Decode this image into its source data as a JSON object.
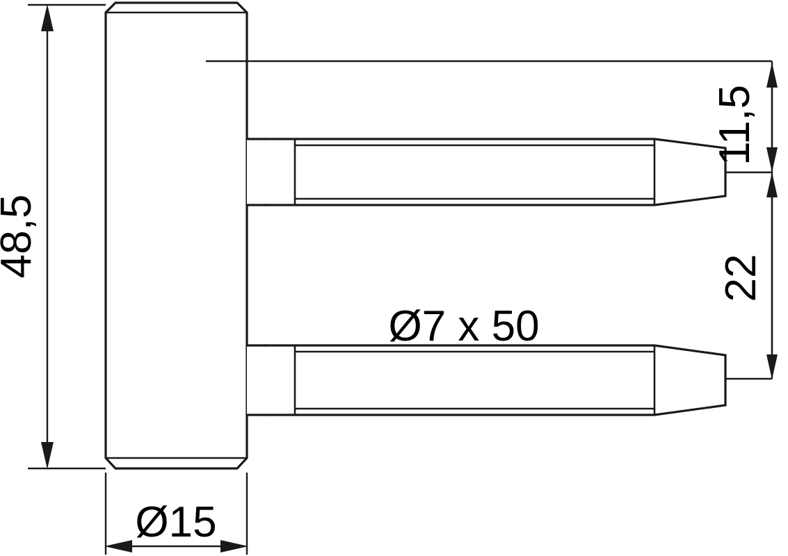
{
  "drawing": {
    "title": "Door hinge pin technical drawing",
    "type": "engineering-dimension-drawing",
    "units": "mm",
    "line_color": "#1a1a1a",
    "background_color": "#ffffff",
    "text_color": "#000000"
  },
  "dimensions": {
    "overall_height": {
      "value": "48,5",
      "orientation": "vertical",
      "position": "left",
      "rotated": true
    },
    "upper_offset": {
      "value": "11,5",
      "orientation": "vertical",
      "position": "right-upper",
      "rotated": true
    },
    "pin_spacing": {
      "value": "22",
      "orientation": "vertical",
      "position": "right-lower",
      "rotated": true
    },
    "body_width": {
      "value": "Ø15",
      "orientation": "horizontal",
      "position": "bottom"
    },
    "pin_spec": {
      "value": "Ø7 x 50",
      "orientation": "horizontal",
      "position": "center"
    }
  },
  "parts": {
    "body": {
      "name": "hinge-barrel-body",
      "shape": "vertical-rounded-rectangle-with-chamfers"
    },
    "upper_pin": {
      "name": "upper-pin",
      "shape": "tapered-pin-rounded-root"
    },
    "lower_pin": {
      "name": "lower-pin",
      "shape": "tapered-pin-rounded-root"
    }
  }
}
